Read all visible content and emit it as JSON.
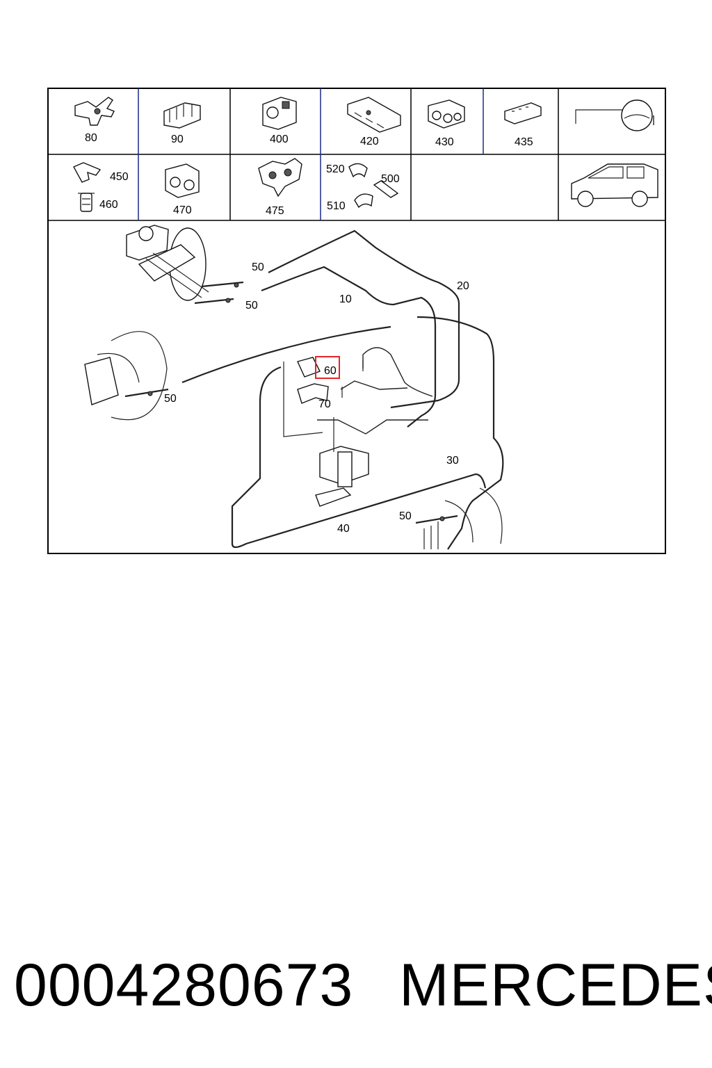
{
  "catalog": {
    "part_number": "0004280673",
    "brand": "MERCEDES"
  },
  "legend": {
    "row1": [
      "80",
      "90",
      "400",
      "420",
      "430",
      "435"
    ],
    "row2": {
      "c1a": "450",
      "c1b": "460",
      "c2": "470",
      "c3": "475",
      "c4a": "520",
      "c4b": "500",
      "c4c": "510"
    }
  },
  "callouts": {
    "p10": "10",
    "p20": "20",
    "p30": "30",
    "p40": "40",
    "p50a": "50",
    "p50b": "50",
    "p50c": "50",
    "p50d": "50",
    "p60": "60",
    "p70": "70"
  },
  "highlight": {
    "color": "#e0262b",
    "item": "60"
  }
}
